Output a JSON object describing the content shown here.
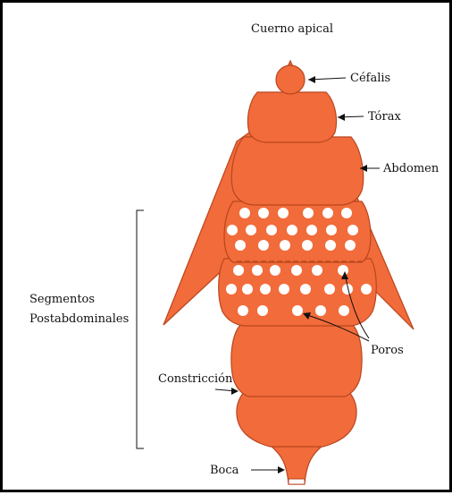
{
  "colors": {
    "body": "#f26b3a",
    "outline": "#b8461f",
    "pore": "#ffffff",
    "text": "#111111",
    "frame": "#000000"
  },
  "labels": {
    "apical_horn": "Cuerno apical",
    "cephalis": "Céfalis",
    "thorax": "Tórax",
    "abdomen": "Abdomen",
    "postabdominal_line1": "Segmentos",
    "postabdominal_line2": "Postabdominales",
    "pores": "Poros",
    "constriction": "Constricción",
    "mouth": "Boca"
  }
}
